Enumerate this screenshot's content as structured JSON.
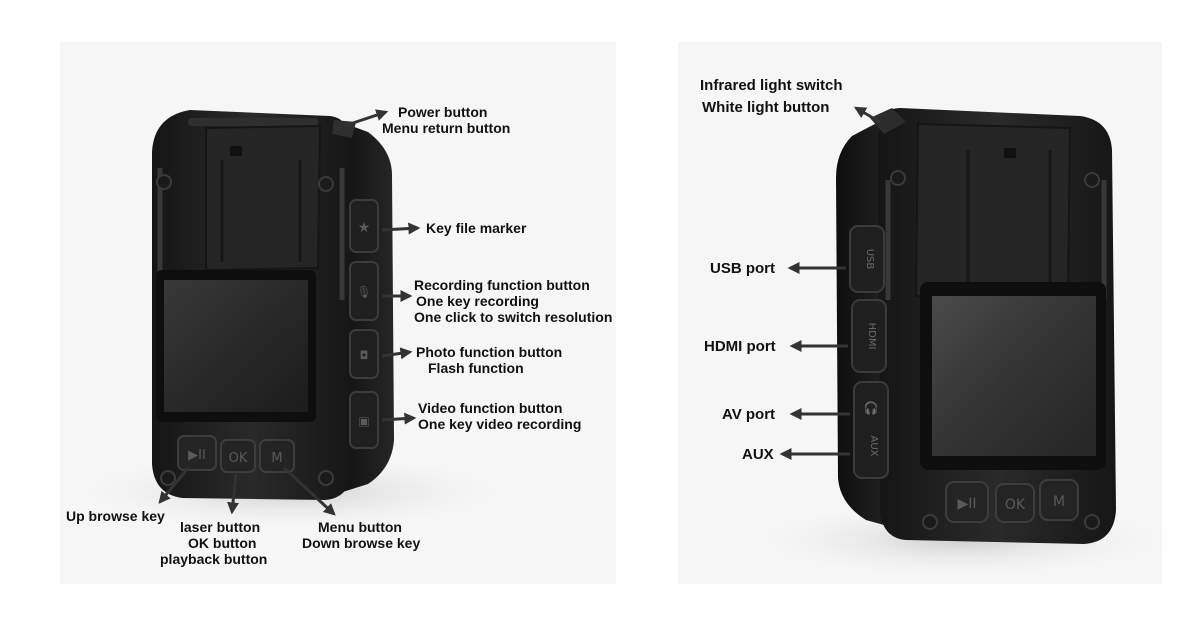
{
  "front_view": {
    "labels": {
      "power": [
        "Power button",
        "Menu return button"
      ],
      "key_file": [
        "Key file marker"
      ],
      "recording": [
        "Recording function button",
        "One key recording",
        "One click to switch resolution"
      ],
      "photo": [
        "Photo function button",
        "Flash function"
      ],
      "video": [
        "Video function button",
        "One key video recording"
      ],
      "up_browse": [
        "Up browse key"
      ],
      "laser_ok": [
        "laser button",
        "OK button",
        "playback button"
      ],
      "menu_down": [
        "Menu button",
        "Down browse key"
      ]
    },
    "buttons": {
      "play": "▶II",
      "ok": "OK",
      "menu": "M"
    }
  },
  "back_view": {
    "labels": {
      "infrared": [
        "Infrared light switch",
        "White light button"
      ],
      "usb": [
        "USB port"
      ],
      "hdmi": [
        "HDMI port"
      ],
      "av": [
        "AV port"
      ],
      "aux": [
        "AUX"
      ]
    },
    "port_marks": {
      "usb": "USB",
      "hdmi": "HDMI",
      "aux": "AUX"
    },
    "buttons": {
      "play": "▶II",
      "ok": "OK",
      "menu": "M"
    }
  },
  "colors": {
    "body": "#1e1e1e",
    "screen": "#2b2b2b",
    "arrow": "#333333"
  }
}
